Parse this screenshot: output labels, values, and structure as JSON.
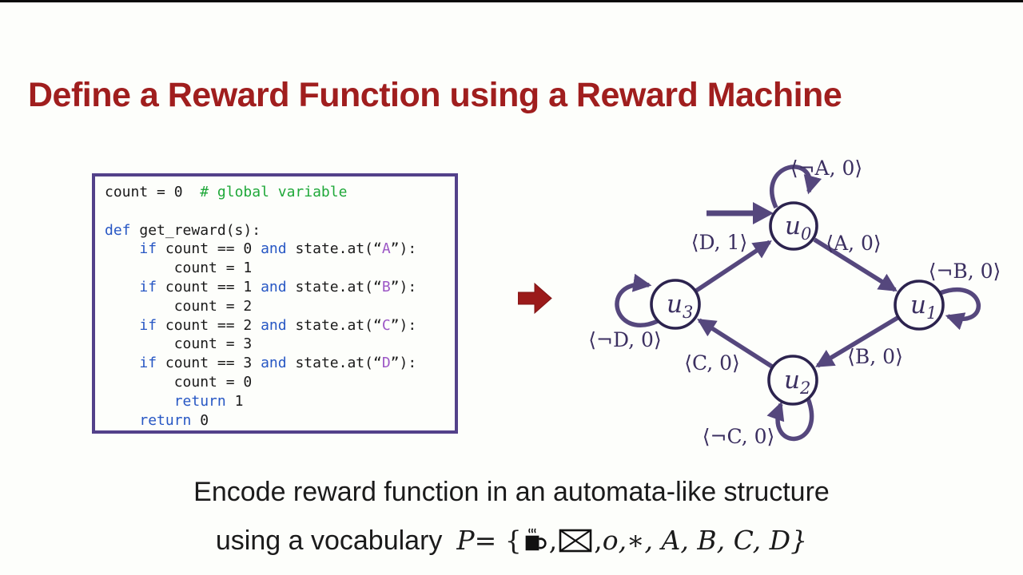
{
  "slide": {
    "title": "Define a Reward Function using a Reward Machine",
    "caption_line1": "Encode reward function in an automata-like structure",
    "caption_line2_prefix": "using a vocabulary",
    "vocabulary": {
      "var": "P",
      "eq": " = {",
      "comma1": ", ",
      "comma2": ", ",
      "rest": " o,∗, A, B, C, D}",
      "icons": [
        "coffee-mug",
        "envelope"
      ]
    }
  },
  "code": {
    "lines": [
      [
        [
          "count = 0  ",
          "p"
        ],
        [
          "# global variable",
          "cm"
        ]
      ],
      [],
      [
        [
          "def",
          "k"
        ],
        [
          " get_reward(s):",
          "p"
        ]
      ],
      [
        [
          "    ",
          "p"
        ],
        [
          "if",
          "k"
        ],
        [
          " count == 0 ",
          "p"
        ],
        [
          "and",
          "k"
        ],
        [
          " state.at(“",
          "p"
        ],
        [
          "A",
          "s"
        ],
        [
          "”):",
          "p"
        ]
      ],
      [
        [
          "        count = 1",
          "p"
        ]
      ],
      [
        [
          "    ",
          "p"
        ],
        [
          "if",
          "k"
        ],
        [
          " count == 1 ",
          "p"
        ],
        [
          "and",
          "k"
        ],
        [
          " state.at(“",
          "p"
        ],
        [
          "B",
          "s"
        ],
        [
          "”):",
          "p"
        ]
      ],
      [
        [
          "        count = 2",
          "p"
        ]
      ],
      [
        [
          "    ",
          "p"
        ],
        [
          "if",
          "k"
        ],
        [
          " count == 2 ",
          "p"
        ],
        [
          "and",
          "k"
        ],
        [
          " state.at(“",
          "p"
        ],
        [
          "C",
          "s"
        ],
        [
          "”):",
          "p"
        ]
      ],
      [
        [
          "        count = 3",
          "p"
        ]
      ],
      [
        [
          "    ",
          "p"
        ],
        [
          "if",
          "k"
        ],
        [
          " count == 3 ",
          "p"
        ],
        [
          "and",
          "k"
        ],
        [
          " state.at(“",
          "p"
        ],
        [
          "D",
          "s"
        ],
        [
          "”):",
          "p"
        ]
      ],
      [
        [
          "        count = 0",
          "p"
        ]
      ],
      [
        [
          "        ",
          "p"
        ],
        [
          "return",
          "k"
        ],
        [
          " 1",
          "p"
        ]
      ],
      [
        [
          "    ",
          "p"
        ],
        [
          "return",
          "k"
        ],
        [
          " 0",
          "p"
        ]
      ]
    ]
  },
  "machine": {
    "states": [
      {
        "name": "u",
        "sub": "0"
      },
      {
        "name": "u",
        "sub": "1"
      },
      {
        "name": "u",
        "sub": "2"
      },
      {
        "name": "u",
        "sub": "3"
      }
    ],
    "edges": [
      {
        "from": "u3",
        "to": "u0",
        "label": "⟨D, 1⟩"
      },
      {
        "from": "u0",
        "to": "u1",
        "label": "⟨A, 0⟩"
      },
      {
        "from": "u1",
        "to": "u2",
        "label": "⟨B, 0⟩"
      },
      {
        "from": "u2",
        "to": "u3",
        "label": "⟨C, 0⟩"
      }
    ],
    "loops": [
      {
        "state": "u0",
        "label": "⟨¬A, 0⟩"
      },
      {
        "state": "u1",
        "label": "⟨¬B, 0⟩"
      },
      {
        "state": "u2",
        "label": "⟨¬C, 0⟩"
      },
      {
        "state": "u3",
        "label": "⟨¬D, 0⟩"
      }
    ]
  },
  "colors": {
    "title_red": "#a01e1e",
    "arrow_red": "#9b1a1a",
    "code_border_purple": "#53418a",
    "keyword_blue": "#2757c4",
    "comment_green": "#1fa839",
    "string_purple": "#9c57c6",
    "diagram_purple": "#55477d",
    "node_stroke": "#2c234e",
    "label_purple": "#3b2f60"
  }
}
